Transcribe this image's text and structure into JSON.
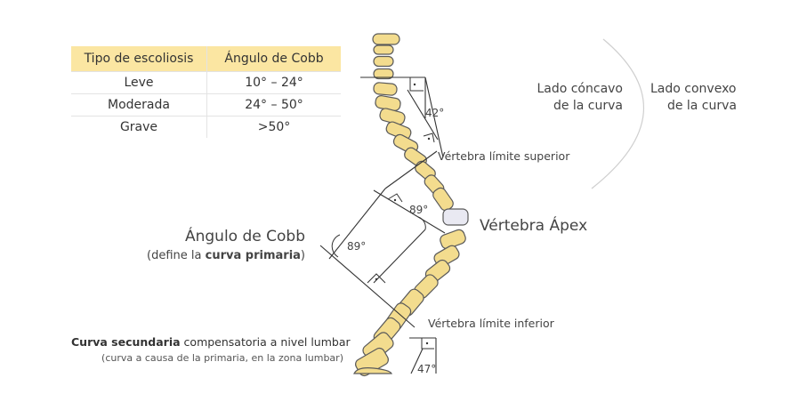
{
  "table": {
    "headers": [
      "Tipo de escoliosis",
      "Ángulo de Cobb"
    ],
    "rows": [
      [
        "Leve",
        "10° – 24°"
      ],
      [
        "Moderada",
        "24° – 50°"
      ],
      [
        "Grave",
        ">50°"
      ]
    ]
  },
  "side_labels": {
    "concave_line1": "Lado cóncavo",
    "concave_line2": "de la curva",
    "convex_line1": "Lado convexo",
    "convex_line2": "de la curva"
  },
  "angles": {
    "top": "42°",
    "cobb_inner": "89°",
    "cobb_left": "89°",
    "bottom": "47°"
  },
  "labels": {
    "upper_vertebra": "Vértebra límite superior",
    "apex": "Vértebra Ápex",
    "lower_vertebra": "Vértebra límite inferior",
    "cobb_title": "Ángulo de Cobb",
    "cobb_sub_prefix": "(define la ",
    "cobb_sub_bold": "curva primaria",
    "cobb_sub_suffix": ")",
    "secondary_bold": "Curva secundaria",
    "secondary_rest": " compensatoria a nivel lumbar",
    "secondary_note": "(curva a causa de la primaria, en la zona lumbar)"
  },
  "colors": {
    "vertebra": "#f3dc8e",
    "vertebra_stroke": "#5a5a5a",
    "apex": "#e9e9f2",
    "table_header": "#fbe6a2"
  }
}
